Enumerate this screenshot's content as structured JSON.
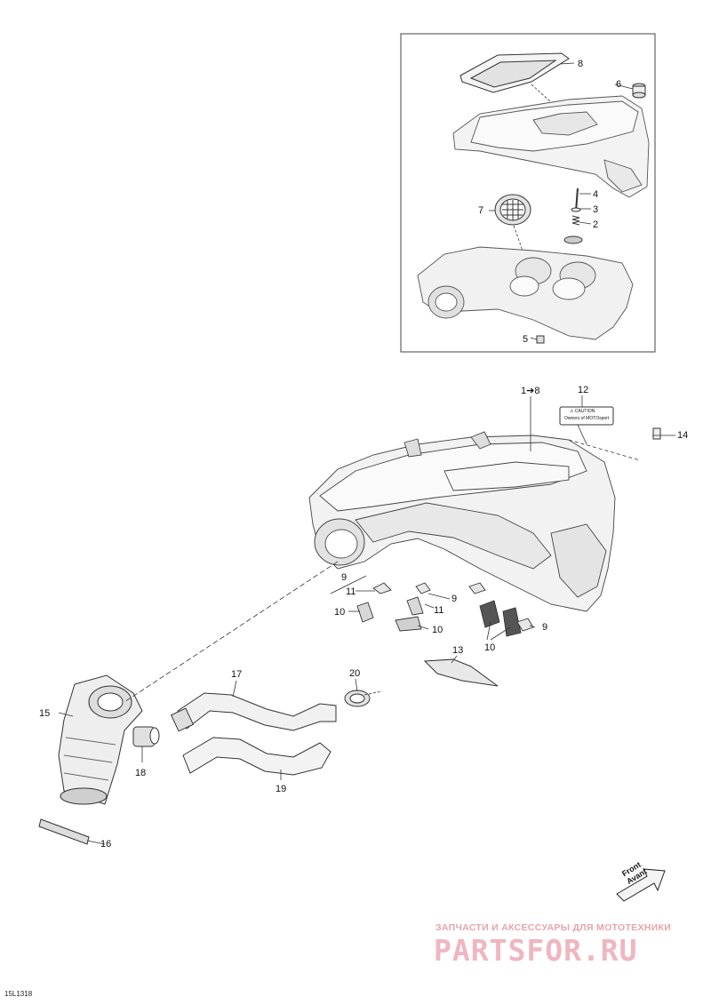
{
  "diagram": {
    "reference_code": "15L1318",
    "callouts": {
      "c1_8": "1➔8",
      "c2": "2",
      "c3": "3",
      "c4": "4",
      "c5": "5",
      "c6": "6",
      "c7": "7",
      "c8": "8",
      "c9a": "9",
      "c9b": "9",
      "c9c": "9",
      "c10a": "10",
      "c10b": "10",
      "c10c": "10",
      "c11a": "11",
      "c11b": "11",
      "c12": "12",
      "c13": "13",
      "c14": "14",
      "c15": "15",
      "c16": "16",
      "c17": "17",
      "c18": "18",
      "c19": "19",
      "c20": "20"
    },
    "decal_text": {
      "line1": "⚠ CAUTION",
      "line2": "Owners of MOTOsport"
    },
    "front_arrow": {
      "line1": "Front",
      "line2": "Avant"
    }
  },
  "watermark": {
    "subtitle": "ЗАПЧАСТИ И АКСЕССУАРЫ ДЛЯ МОТОТЕХНИКИ",
    "logo": "PARTSFOR.RU"
  }
}
